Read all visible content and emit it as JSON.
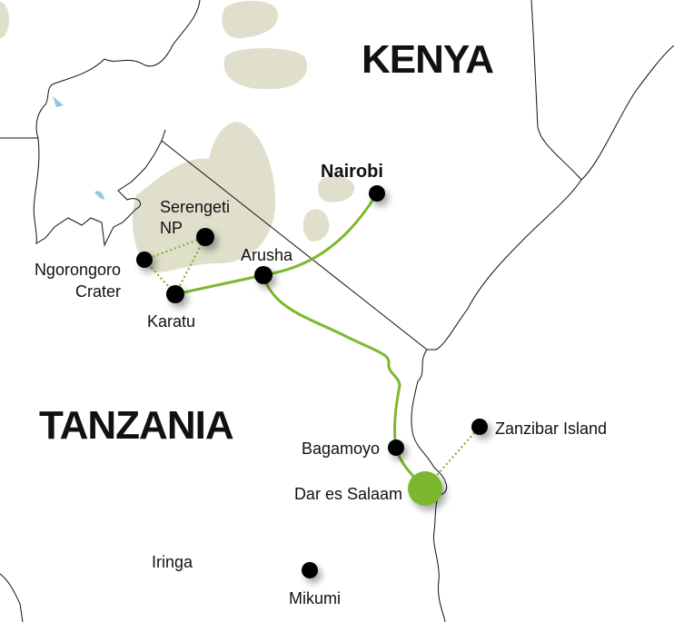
{
  "countries": {
    "kenya": "KENYA",
    "tanzania": "TANZANIA"
  },
  "places": {
    "nairobi": "Nairobi",
    "serengeti_line1": "Serengeti",
    "serengeti_line2": "NP",
    "ngorongoro_line1": "Ngorongoro",
    "ngorongoro_line2": "Crater",
    "karatu": "Karatu",
    "arusha": "Arusha",
    "bagamoyo": "Bagamoyo",
    "dar_es_salaam": "Dar es Salaam",
    "zanzibar": "Zanzibar Island",
    "iringa": "Iringa",
    "mikumi": "Mikumi"
  },
  "colors": {
    "route": "#7cb82f",
    "park": "#dfdfcc",
    "lake": "#8fc9dc",
    "stop": "#000000"
  }
}
